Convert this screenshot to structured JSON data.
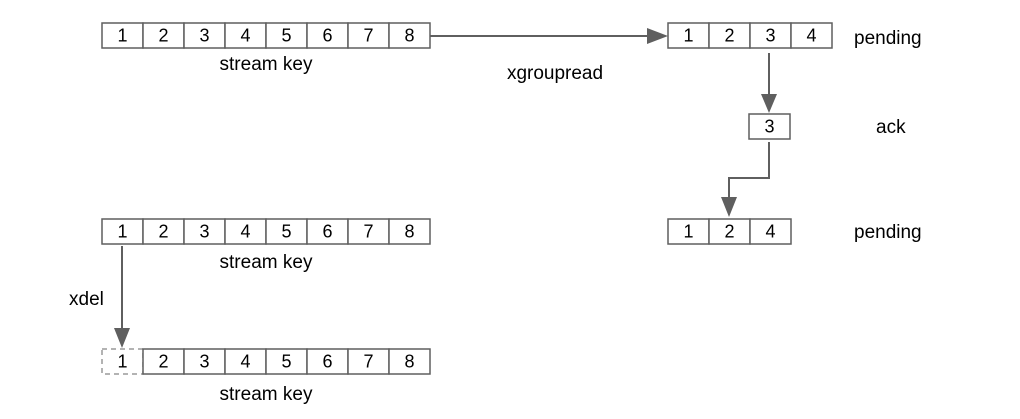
{
  "stream_top": {
    "cells": [
      "1",
      "2",
      "3",
      "4",
      "5",
      "6",
      "7",
      "8"
    ],
    "label": "stream key"
  },
  "pending_top": {
    "cells": [
      "1",
      "2",
      "3",
      "4"
    ],
    "label": "pending"
  },
  "xgroupread_label": "xgroupread",
  "ack_box": {
    "cells": [
      "3"
    ],
    "label": "ack"
  },
  "pending_bottom": {
    "cells": [
      "1",
      "2",
      "4"
    ],
    "label": "pending"
  },
  "stream_middle": {
    "cells": [
      "1",
      "2",
      "3",
      "4",
      "5",
      "6",
      "7",
      "8"
    ],
    "label": "stream key"
  },
  "xdel_label": "xdel",
  "stream_bottom": {
    "cells": [
      "1",
      "2",
      "3",
      "4",
      "5",
      "6",
      "7",
      "8"
    ],
    "label": "stream key",
    "deleted_cell": "1"
  },
  "colors": {
    "stroke": "#5f5f5f",
    "dashed_stroke": "#9a9a9a",
    "arrow": "#5f5f5f",
    "text": "#000000",
    "background": "#ffffff"
  }
}
